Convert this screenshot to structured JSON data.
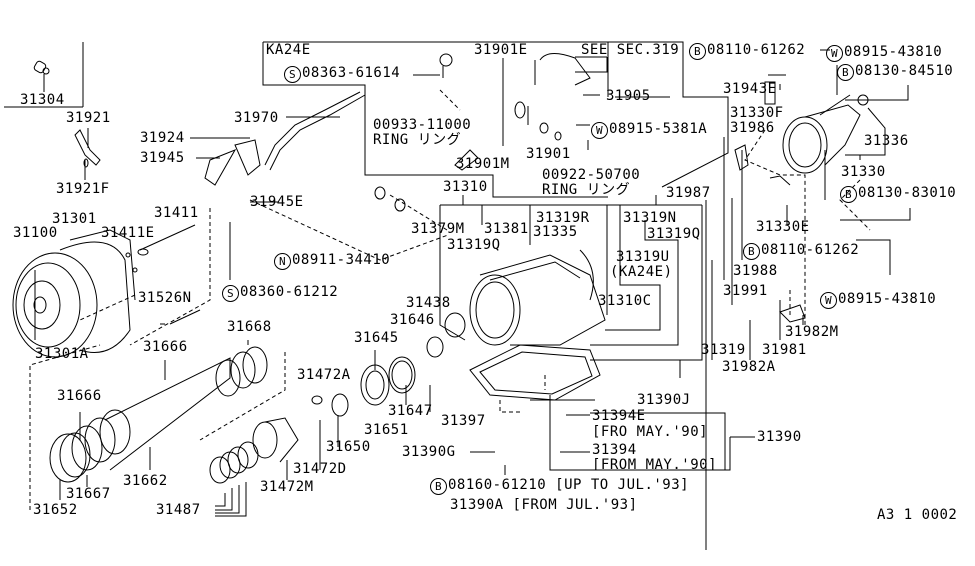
{
  "diagram": {
    "title": "Transmission case & torque converter parts diagram",
    "footer_code": "A3 1 0002",
    "colors": {
      "ink": "#000000",
      "background": "#ffffff"
    }
  },
  "labels": {
    "p31304": "31304",
    "p31921": "31921",
    "p31921F": "31921F",
    "p31924": "31924",
    "p31945": "31945",
    "p31970": "31970",
    "p31945E": "31945E",
    "ka24e": "KA24E",
    "s08363_sym": "S",
    "s08363": "08363-61614",
    "p31901E": "31901E",
    "see_sec": "SEE SEC.319",
    "b08110a_sym": "B",
    "b08110a": "08110-61262",
    "w08915a_sym": "W",
    "w08915a": "08915-43810",
    "b08130a_sym": "B",
    "b08130a": "08130-84510",
    "p31905": "31905",
    "ring1_num": "00933-11000",
    "ring1_txt": "RING リング",
    "w5381_sym": "W",
    "w5381": "08915-5381A",
    "p31901": "31901",
    "p31901M": "31901M",
    "ring2_num": "00922-50700",
    "ring2_txt": "RING リング",
    "p31943E": "31943E",
    "p31330F": "31330F",
    "p31986": "31986",
    "p31336": "31336",
    "p31330": "31330",
    "b08130b_sym": "B",
    "b08130b": "08130-83010",
    "p31987": "31987",
    "p31330E": "31330E",
    "b08110b_sym": "B",
    "b08110b": "08110-61262",
    "p31988": "31988",
    "p31991": "31991",
    "w08915b_sym": "W",
    "w08915b": "08915-43810",
    "p31982M": "31982M",
    "p31319": "31319",
    "p31981": "31981",
    "p31982A": "31982A",
    "p31310": "31310",
    "p31379M": "31379M",
    "p31381": "31381",
    "p31319R": "31319R",
    "p31335": "31335",
    "p31319N": "31319N",
    "p31319Q_a": "31319Q",
    "p31319Q_b": "31319Q",
    "p31319U": "31319U",
    "ka24e_paren": "(KA24E)",
    "p31310C": "31310C",
    "p31438": "31438",
    "p31646": "31646",
    "n08911_sym": "N",
    "n08911": "08911-34410",
    "s08360_sym": "S",
    "s08360": "08360-61212",
    "p31411": "31411",
    "p31411E": "31411E",
    "p31301": "31301",
    "p31100": "31100",
    "p31526N": "31526N",
    "p31301A": "31301A",
    "p31668": "31668",
    "p31666_a": "31666",
    "p31666_b": "31666",
    "p31662": "31662",
    "p31667": "31667",
    "p31652": "31652",
    "p31487": "31487",
    "p31472A": "31472A",
    "p31472D": "31472D",
    "p31472M": "31472M",
    "p31645": "31645",
    "p31647": "31647",
    "p31651": "31651",
    "p31650": "31650",
    "p31397": "31397",
    "p31390G": "31390G",
    "p31390J": "31390J",
    "p31394E": "31394E",
    "p31394E_note": "[FRO MAY.'90]",
    "p31394": "31394",
    "p31394_note": "[FROM MAY.'90]",
    "p31390": "31390",
    "b08160_sym": "B",
    "b08160": "08160-61210",
    "b08160_note": "[UP TO JUL.'93]",
    "p31390A": "31390A",
    "p31390A_note": "[FROM JUL.'93]"
  }
}
